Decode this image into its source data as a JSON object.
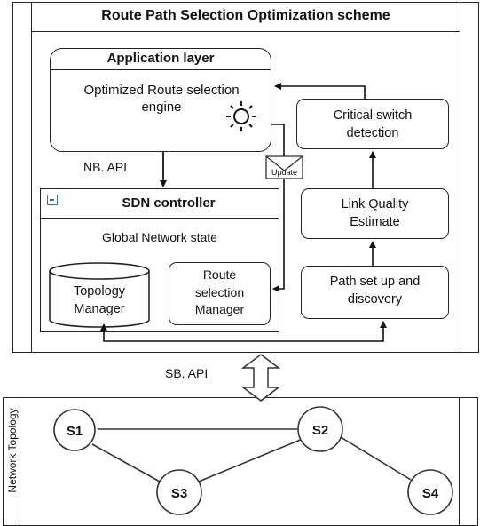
{
  "scheme": {
    "title": "Route Path Selection Optimization scheme"
  },
  "application_layer": {
    "title": "Application layer",
    "engine_label": "Optimized Route selection engine",
    "icon": "gear-icon"
  },
  "update_envelope": {
    "label": "Update",
    "icon": "envelope-icon"
  },
  "nb_api": {
    "label": "NB. API"
  },
  "sb_api": {
    "label": "SB. API"
  },
  "sdn_controller": {
    "title": "SDN controller",
    "collapse_icon": "minus-box-icon",
    "global_state": "Global Network state",
    "topology_manager": "Topology Manager",
    "route_selection_manager": "Route selection Manager"
  },
  "pipeline": {
    "critical_switch": "Critical switch detection",
    "link_quality": "Link Quality Estimate",
    "path_setup": "Path set up and discovery"
  },
  "network_topology": {
    "label": "Network Topology",
    "nodes": [
      "S1",
      "S2",
      "S3",
      "S4"
    ]
  }
}
